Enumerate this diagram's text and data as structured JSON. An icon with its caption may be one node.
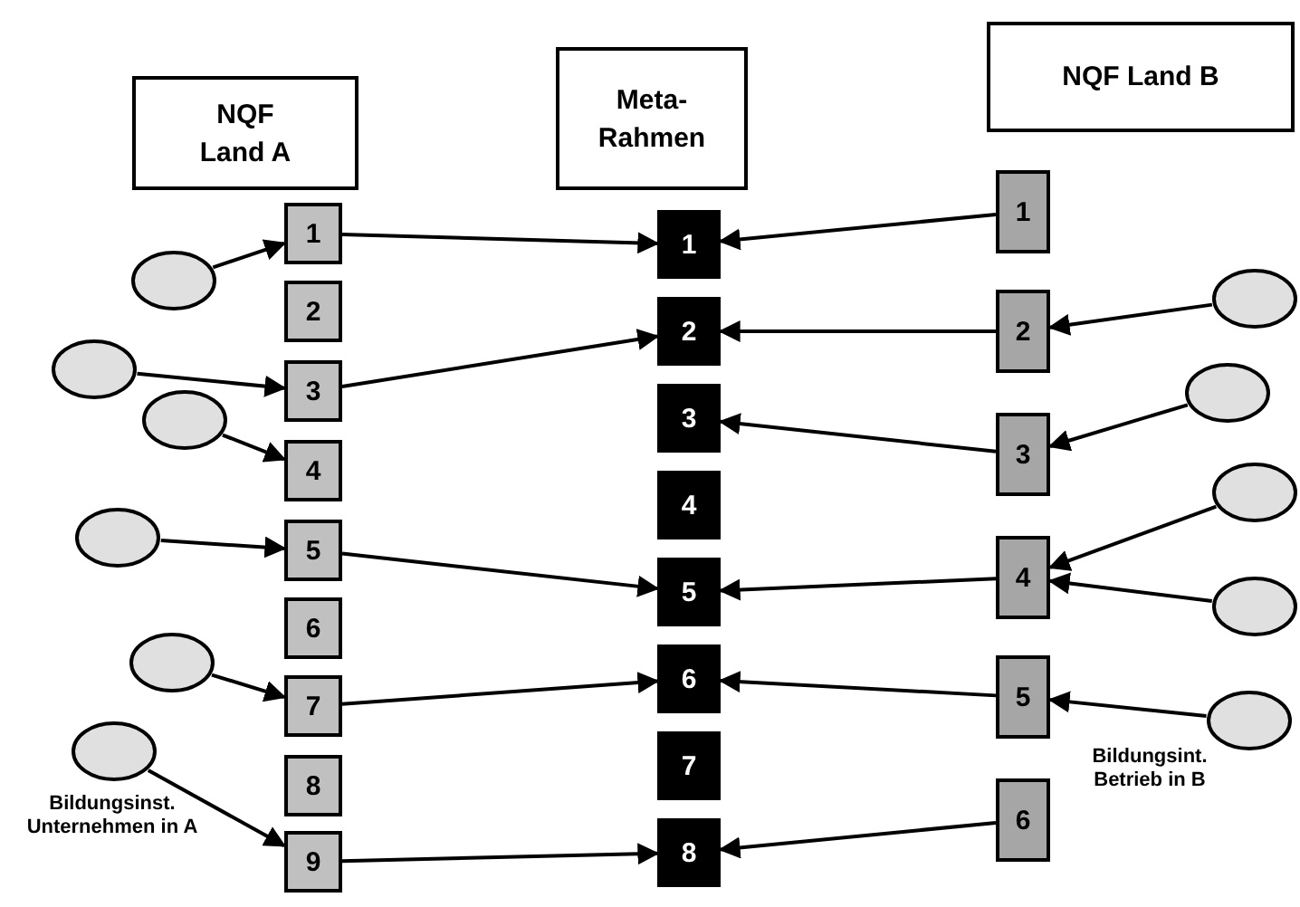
{
  "diagram": {
    "nodes": [
      {
        "text": [
          "NQF Land A"
        ]
      },
      {
        "text": [
          "Meta- Rahmen"
        ]
      },
      {
        "text": [
          "NQF Land B"
        ]
      },
      {
        "text": [
          "1"
        ]
      },
      {
        "text": [
          "2"
        ]
      },
      {
        "text": [
          "3"
        ]
      },
      {
        "text": [
          "4"
        ]
      },
      {
        "text": [
          "5"
        ]
      },
      {
        "text": [
          "6"
        ]
      },
      {
        "text": [
          "7"
        ]
      },
      {
        "text": [
          "8"
        ]
      },
      {
        "text": [
          "9"
        ]
      },
      {
        "text": [
          "1"
        ]
      },
      {
        "text": [
          "2"
        ]
      },
      {
        "text": [
          "3"
        ]
      },
      {
        "text": [
          "4"
        ]
      },
      {
        "text": [
          "5"
        ]
      },
      {
        "text": [
          "6"
        ]
      },
      {
        "text": [
          "7"
        ]
      },
      {
        "text": [
          "8"
        ]
      },
      {
        "text": [
          "1"
        ]
      },
      {
        "text": [
          "2"
        ]
      },
      {
        "text": [
          "3"
        ]
      },
      {
        "text": [
          "4"
        ]
      },
      {
        "text": [
          "5"
        ]
      },
      {
        "text": [
          "6"
        ]
      },
      {
        "text": [],
        "shape": "circle"
      },
      {
        "text": [],
        "shape": "circle"
      },
      {
        "text": [],
        "shape": "circle"
      },
      {
        "text": [],
        "shape": "circle"
      },
      {
        "text": [],
        "shape": "circle"
      },
      {
        "text": [],
        "shape": "circle"
      },
      {
        "text": [],
        "shape": "circle"
      },
      {
        "text": [],
        "shape": "circle"
      },
      {
        "text": [],
        "shape": "circle"
      },
      {
        "text": [],
        "shape": "circle"
      },
      {
        "text": [],
        "shape": "circle"
      }
    ],
    "edges": [
      {
        "from": 26,
        "to": 3,
        "arrow": "to"
      },
      {
        "from": 27,
        "to": 5,
        "arrow": "to"
      },
      {
        "from": 28,
        "to": 6,
        "arrow": "to"
      },
      {
        "from": 29,
        "to": 7,
        "arrow": "to"
      },
      {
        "from": 30,
        "to": 9,
        "arrow": "to"
      },
      {
        "from": 31,
        "to": 11,
        "arrow": "to"
      },
      {
        "from": 3,
        "to": 12,
        "arrow": "to"
      },
      {
        "from": 5,
        "to": 13,
        "arrow": "to"
      },
      {
        "from": 7,
        "to": 16,
        "arrow": "to"
      },
      {
        "from": 9,
        "to": 17,
        "arrow": "to"
      },
      {
        "from": 11,
        "to": 19,
        "arrow": "to"
      },
      {
        "from": 20,
        "to": 12,
        "arrow": "to"
      },
      {
        "from": 21,
        "to": 13,
        "arrow": "to"
      },
      {
        "from": 22,
        "to": 14,
        "arrow": "to"
      },
      {
        "from": 23,
        "to": 16,
        "arrow": "to"
      },
      {
        "from": 24,
        "to": 17,
        "arrow": "to"
      },
      {
        "from": 25,
        "to": 19,
        "arrow": "to"
      },
      {
        "from": 32,
        "to": 21,
        "arrow": "to"
      },
      {
        "from": 33,
        "to": 22,
        "arrow": "to"
      },
      {
        "from": 34,
        "to": 23,
        "arrow": "to"
      },
      {
        "from": 35,
        "to": 23,
        "arrow": "to"
      },
      {
        "from": 36,
        "to": 24,
        "arrow": "to"
      }
    ],
    "labels": [
      "Bildungsinst. Unternehmen in A",
      "Bildungsint. Betrieb in B"
    ]
  }
}
